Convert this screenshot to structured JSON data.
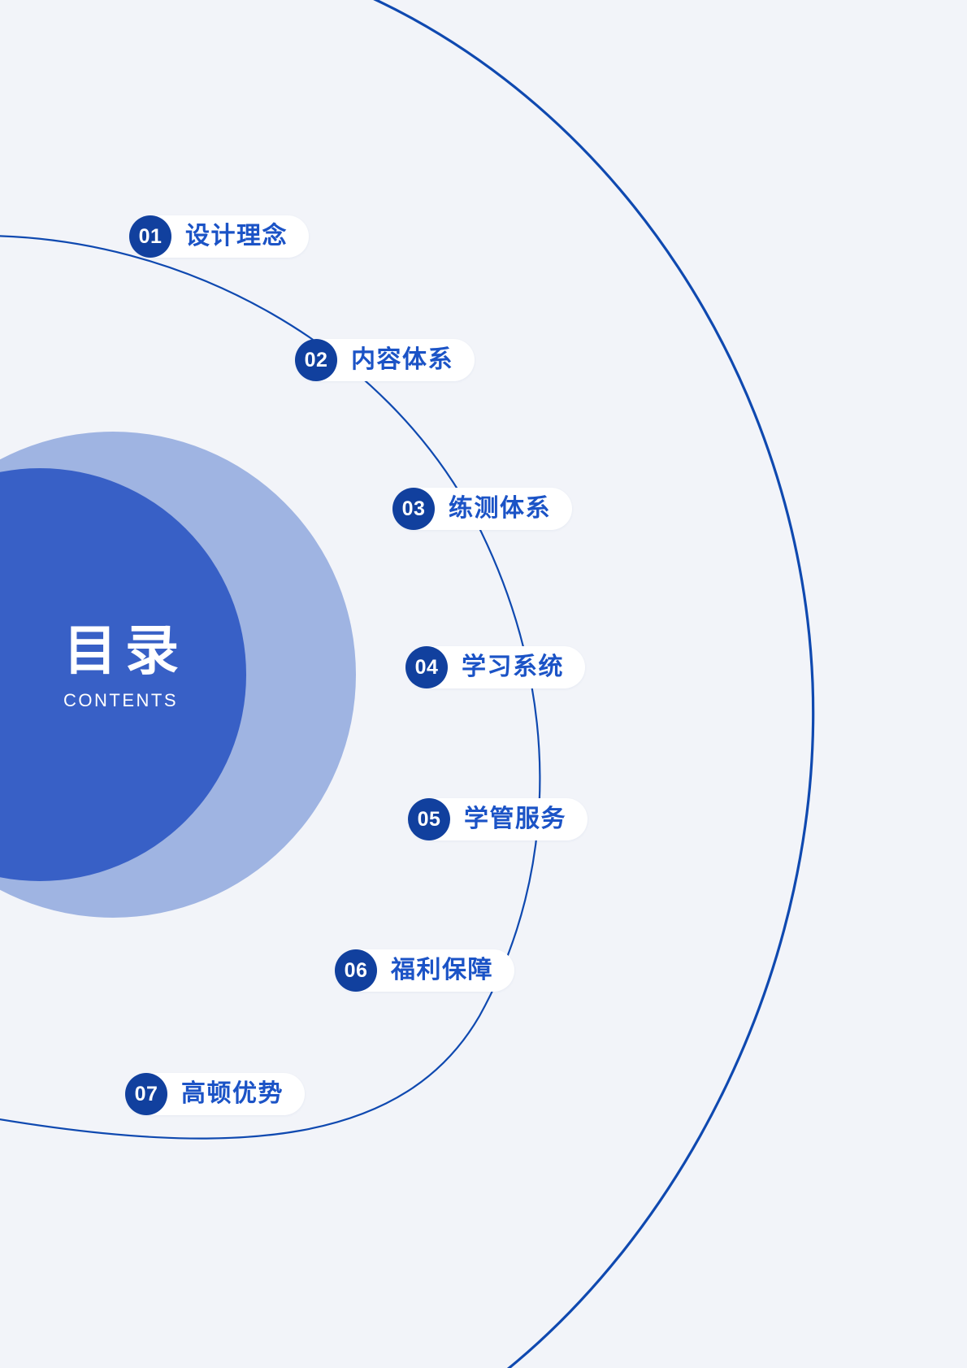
{
  "page": {
    "background_color": "#f2f4f9",
    "accent_dark": "#11409e",
    "accent_blue": "#1b53c6",
    "circle_inner_color": "#3860c6",
    "circle_outer_color": "#9fb4e2",
    "arc_color": "#0f49b0"
  },
  "hero": {
    "title_cn": "目录",
    "title_en": "CONTENTS"
  },
  "toc": {
    "items": [
      {
        "number": "01",
        "label": "设计理念"
      },
      {
        "number": "02",
        "label": "内容体系"
      },
      {
        "number": "03",
        "label": "练测体系"
      },
      {
        "number": "04",
        "label": "学习系统"
      },
      {
        "number": "05",
        "label": "学管服务"
      },
      {
        "number": "06",
        "label": "福利保障"
      },
      {
        "number": "07",
        "label": "高顿优势"
      }
    ]
  }
}
